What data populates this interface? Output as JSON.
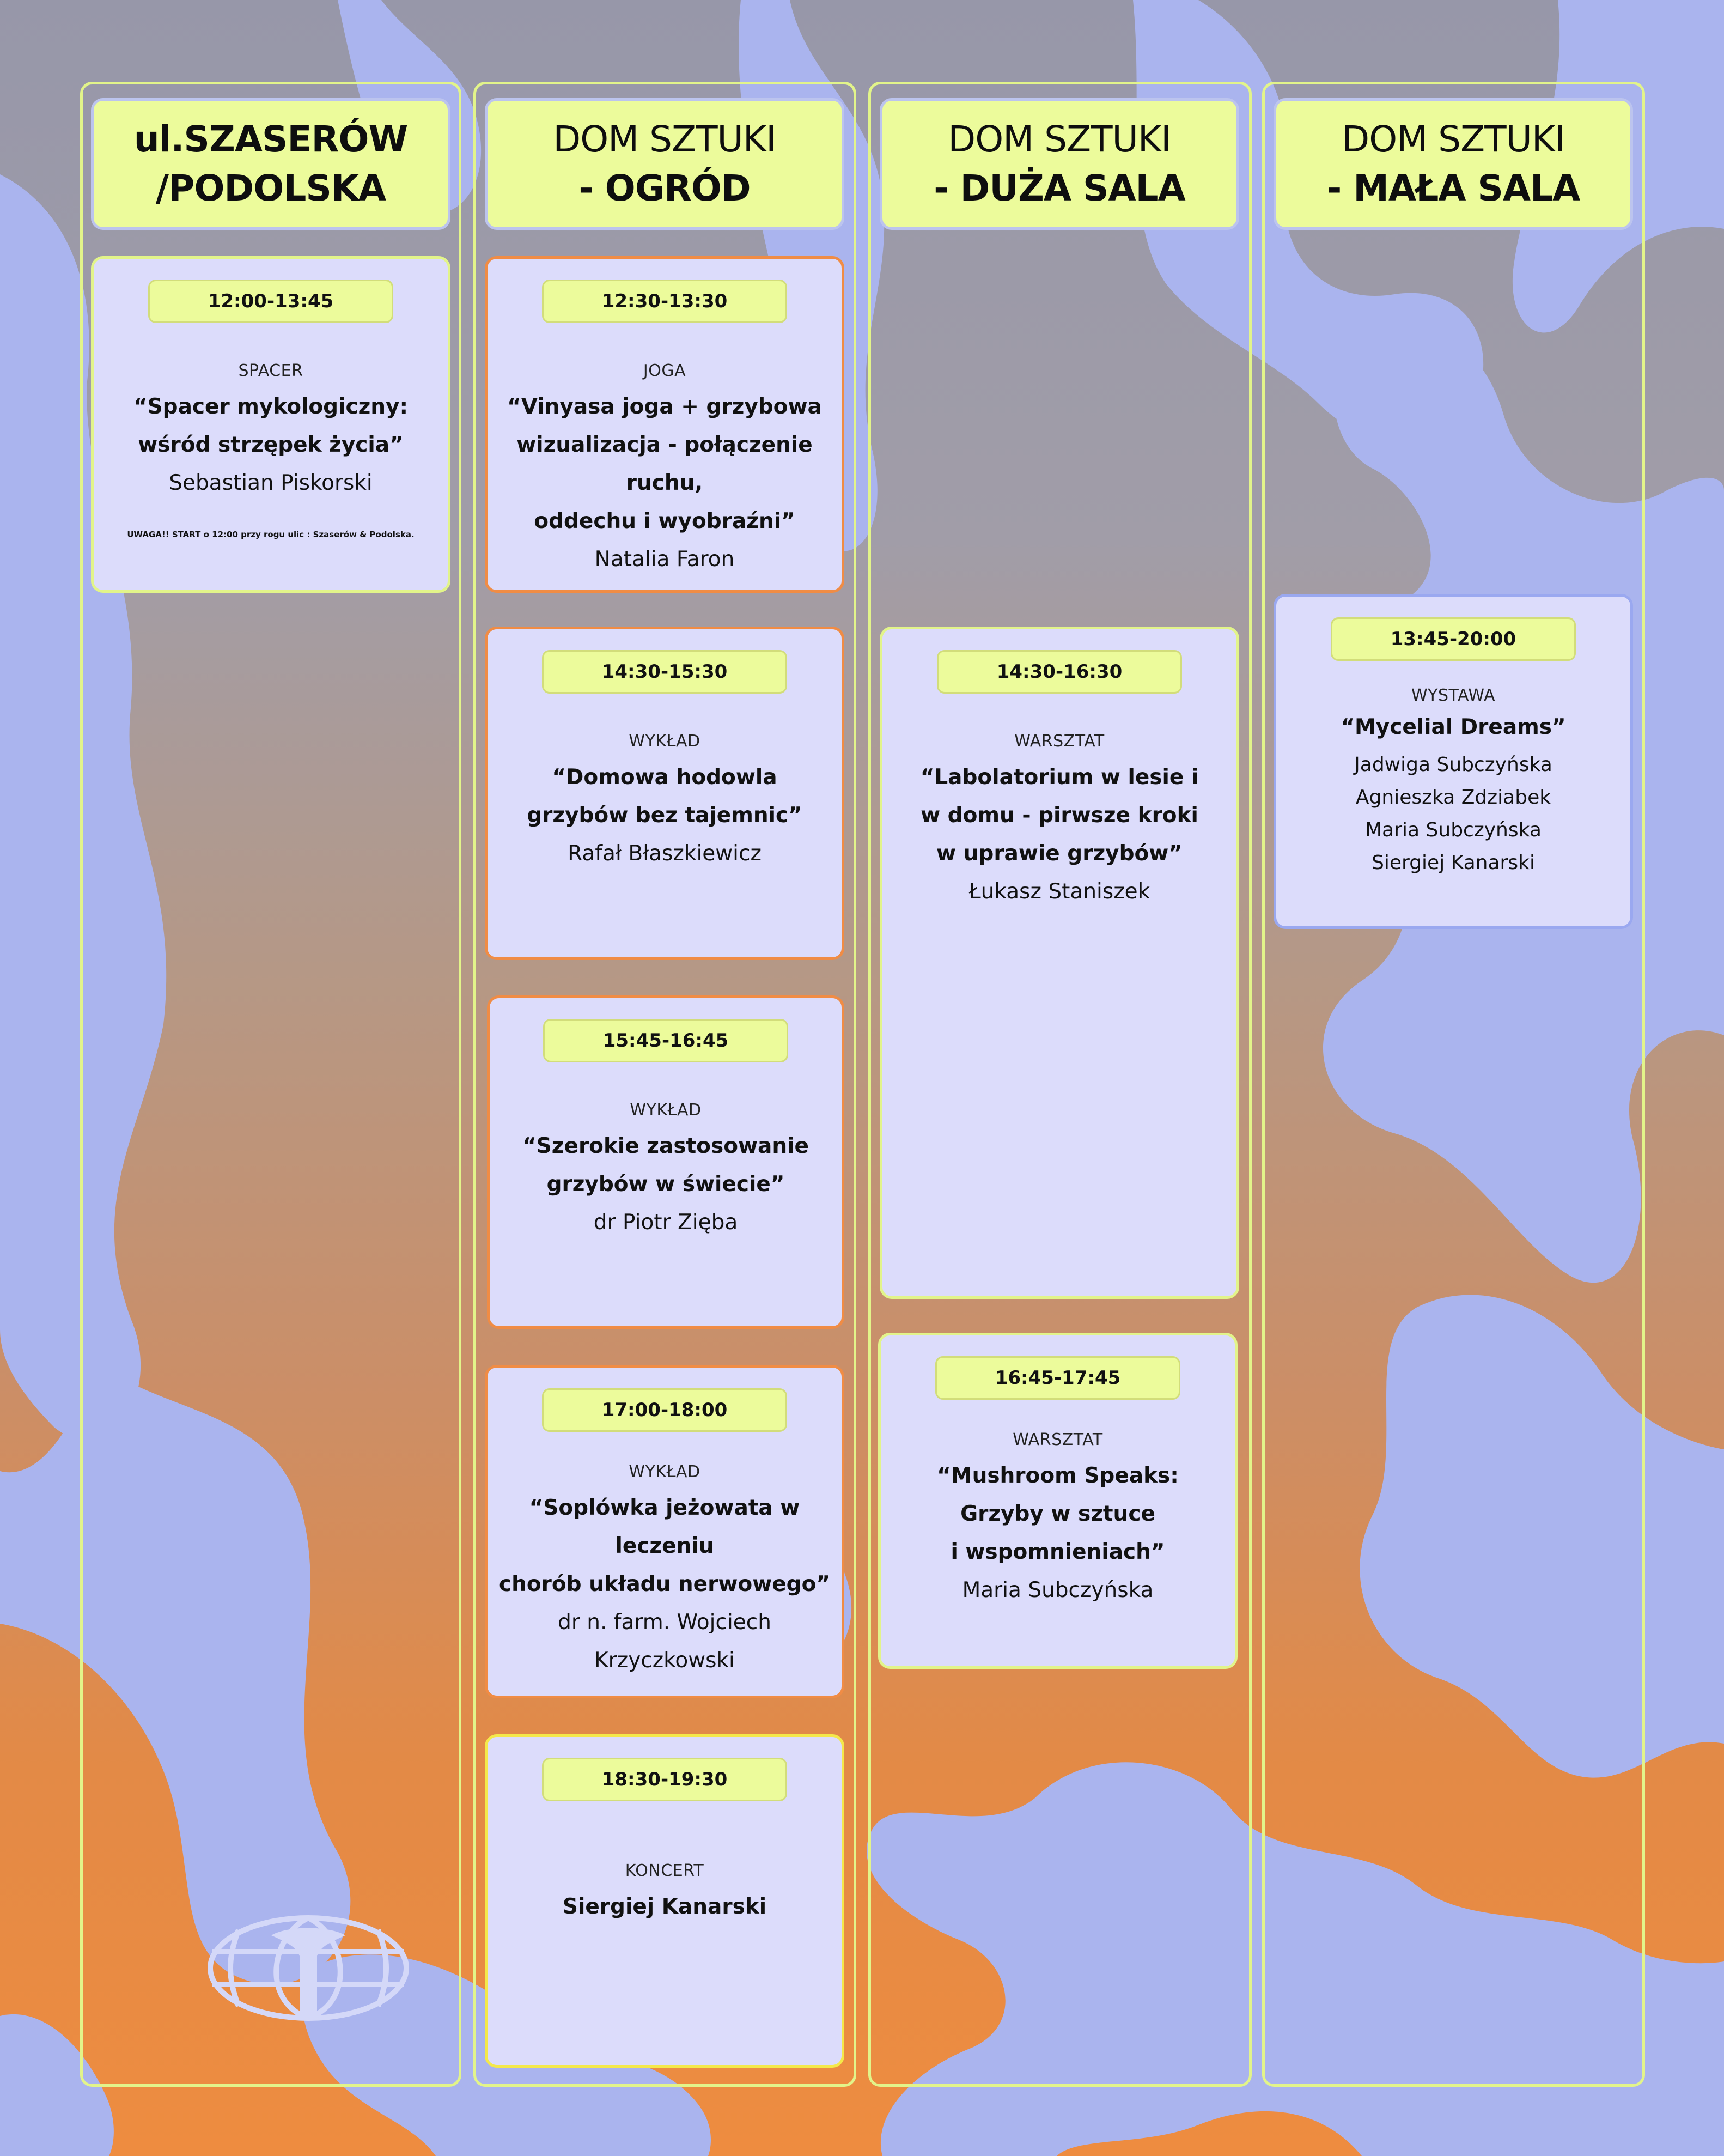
{
  "venues": {
    "szaserow": {
      "line1": "ul.SZASERÓW",
      "line2": "/PODOLSKA"
    },
    "ogrod": {
      "line1": "DOM SZTUKI",
      "line2": "- OGRÓD"
    },
    "duza": {
      "line1": "DOM SZTUKI",
      "line2": "- DUŻA SALA"
    },
    "mala": {
      "line1": "DOM SZTUKI",
      "line2": "- MAŁA SALA"
    }
  },
  "events": {
    "spacer": {
      "time": "12:00-13:45",
      "category": "SPACER",
      "title_lines": [
        "“Spacer mykologiczny:",
        "wśród strzępek życia”"
      ],
      "people": [
        "Sebastian Piskorski"
      ],
      "note": "UWAGA!! START o 12:00 przy rogu ulic : Szaserów & Podolska."
    },
    "joga": {
      "time": "12:30-13:30",
      "category": "JOGA",
      "title_lines": [
        "“Vinyasa joga + grzybowa",
        "wizualizacja - połączenie ruchu,",
        "oddechu i wyobraźni”"
      ],
      "people": [
        "Natalia Faron"
      ]
    },
    "wyklad1": {
      "time": "14:30-15:30",
      "category": "WYKŁAD",
      "title_lines": [
        "“Domowa hodowla",
        "grzybów bez tajemnic”"
      ],
      "people": [
        "Rafał Błaszkiewicz"
      ]
    },
    "wyklad2": {
      "time": "15:45-16:45",
      "category": "WYKŁAD",
      "title_lines": [
        "“Szerokie zastosowanie",
        "grzybów w świecie”"
      ],
      "people": [
        "dr Piotr Zięba"
      ]
    },
    "wyklad3": {
      "time": "17:00-18:00",
      "category": "WYKŁAD",
      "title_lines": [
        "“Soplówka jeżowata w leczeniu",
        "chorób układu nerwowego”"
      ],
      "people": [
        "dr n. farm. Wojciech",
        "Krzyczkowski"
      ]
    },
    "koncert": {
      "time": "18:30-19:30",
      "category": "KONCERT",
      "title_lines": [
        "Siergiej Kanarski"
      ]
    },
    "warsztat1": {
      "time": "14:30-16:30",
      "category": "WARSZTAT",
      "title_lines": [
        "“Labolatorium w lesie i",
        "w domu - pirwsze kroki",
        "w uprawie grzybów”"
      ],
      "people": [
        "Łukasz Staniszek"
      ]
    },
    "warsztat2": {
      "time": "16:45-17:45",
      "category": "WARSZTAT",
      "title_lines": [
        "“Mushroom Speaks:",
        "Grzyby w sztuce",
        "i wspomnieniach”"
      ],
      "people": [
        "Maria Subczyńska"
      ]
    },
    "wystawa": {
      "time": "13:45-20:00",
      "category": "WYSTAWA",
      "title_lines": [
        "“Mycelial Dreams”"
      ],
      "people": [
        "Jadwiga Subczyńska",
        "Agnieszka Zdziabek",
        "Maria Subczyńska",
        "Siergiej Kanarski"
      ]
    }
  },
  "colors": {
    "background_top": "#9a9aac",
    "background_bottom": "#ea8a40",
    "blob": "#aab4ee",
    "header_fill": "#ecfb9b",
    "card_fill": "#dcdcfb",
    "accent_orange": "#f08c45"
  },
  "logo_icon": "globe-tree-logo-icon"
}
